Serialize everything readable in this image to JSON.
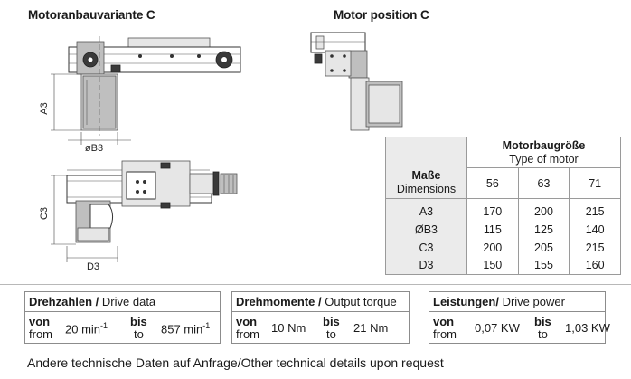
{
  "headings": {
    "left": "Motoranbauvariante C",
    "right": "Motor position C"
  },
  "dimension_labels": {
    "a3": "A3",
    "b3": "øB3",
    "c3": "C3",
    "d3": "D3"
  },
  "table": {
    "header_de": "Motorbaugröße",
    "header_en": "Type of motor",
    "col_label_de": "Maße",
    "col_label_en": "Dimensions",
    "motor_types": [
      "56",
      "63",
      "71"
    ],
    "rows": [
      {
        "label": "A3",
        "values": [
          "170",
          "200",
          "215"
        ]
      },
      {
        "label": "ØB3",
        "values": [
          "115",
          "125",
          "140"
        ]
      },
      {
        "label": "C3",
        "values": [
          "200",
          "205",
          "215"
        ]
      },
      {
        "label": "D3",
        "values": [
          "150",
          "155",
          "160"
        ]
      }
    ]
  },
  "boxes": {
    "speed": {
      "title_de": "Drehzahlen /",
      "title_en": " Drive data",
      "from_de": "von",
      "from_en": "from",
      "from_value": "20 min",
      "from_sup": "-1",
      "to_de": "bis",
      "to_en": "to",
      "to_value": "857 min",
      "to_sup": "-1"
    },
    "torque": {
      "title_de": "Drehmomente /",
      "title_en": " Output torque",
      "from_de": "von",
      "from_en": "from",
      "from_value": "10 Nm",
      "to_de": "bis",
      "to_en": "to",
      "to_value": "21 Nm"
    },
    "power": {
      "title_de": "Leistungen/",
      "title_en": " Drive power",
      "from_de": "von",
      "from_en": "from",
      "from_value": "0,07 KW",
      "to_de": "bis",
      "to_en": "to",
      "to_value": "1,03 KW"
    }
  },
  "footer": "Andere technische Daten auf Anfrage/Other technical details upon request"
}
